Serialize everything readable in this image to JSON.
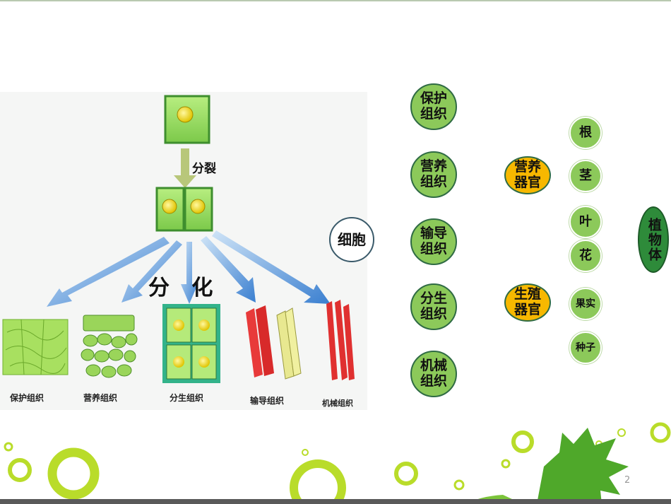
{
  "page_number": "2",
  "left_figure": {
    "divide_label": "分裂",
    "differentiate_label": "分   化",
    "captions": [
      "保护组织",
      "营养组织",
      "分生组织",
      "输导组织",
      "机械组织"
    ]
  },
  "concept_map": {
    "cell": "细胞",
    "tissues": [
      "保护\n组织",
      "营养\n组织",
      "输导\n组织",
      "分生\n组织",
      "机械\n组织"
    ],
    "organ_groups": [
      "营养\n器官",
      "生殖\n器官"
    ],
    "organs": [
      "根",
      "茎",
      "叶",
      "花",
      "果实",
      "种子"
    ],
    "plant": "植物体"
  },
  "colors": {
    "cell_green": "#8cc95a",
    "organ_orange": "#f7b800",
    "plant_green": "#2e8b3a",
    "arrow_blue": "#4a8fd6"
  }
}
